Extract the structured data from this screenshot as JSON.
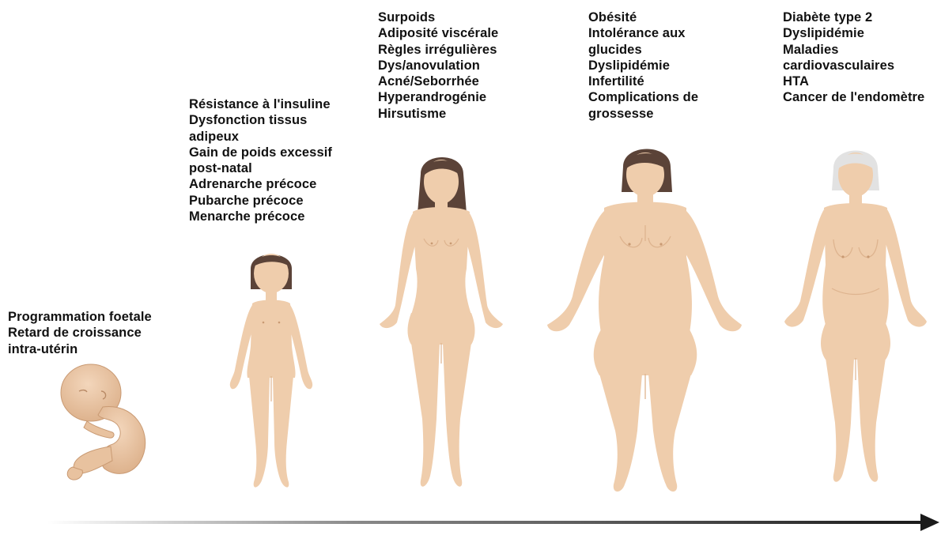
{
  "colors": {
    "skin": "#efcdac",
    "skin_shadow": "#deb48f",
    "skin_line": "#c99a73",
    "hair_dark": "#5b4338",
    "hair_grey": "#e2e2e2",
    "text": "#111111",
    "arrow": "#1a1a1a"
  },
  "stages": [
    {
      "key": "fetus",
      "figure_icon": "fetus-icon",
      "lines": [
        "Programmation foetale",
        "Retard de croissance",
        "intra-utérin"
      ]
    },
    {
      "key": "child",
      "figure_icon": "girl-child-icon",
      "lines": [
        "Résistance à l'insuline",
        "Dysfonction tissus",
        "adipeux",
        "Gain de poids excessif",
        "post-natal",
        "Adrenarche précoce",
        "Pubarche précoce",
        "Menarche précoce"
      ]
    },
    {
      "key": "young-woman",
      "figure_icon": "young-woman-icon",
      "lines": [
        "Surpoids",
        "Adiposité viscérale",
        "Règles irrégulières",
        "Dys/anovulation",
        "Acné/Seborrhée",
        "Hyperandrogénie",
        "Hirsutisme"
      ]
    },
    {
      "key": "adult-woman",
      "figure_icon": "adult-woman-obese-icon",
      "lines": [
        "Obésité",
        "Intolérance aux",
        "glucides",
        "Dyslipidémie",
        "Infertilité",
        "Complications de",
        "grossesse"
      ]
    },
    {
      "key": "elderly-woman",
      "figure_icon": "elderly-woman-icon",
      "lines": [
        "Diabète type 2",
        "Dyslipidémie",
        "Maladies",
        "cardiovasculaires",
        "HTA",
        "Cancer de l'endomètre"
      ]
    }
  ],
  "timeline": {
    "icon": "arrow-right-icon"
  }
}
